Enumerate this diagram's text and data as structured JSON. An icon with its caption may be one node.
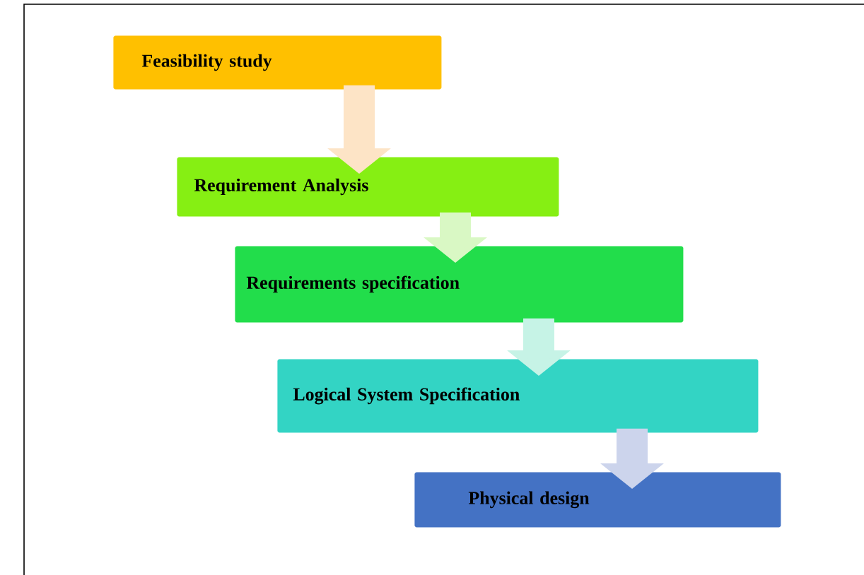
{
  "diagram": {
    "nodes": [
      {
        "text": [
          "Feasibility study"
        ]
      },
      {
        "text": [
          "Requirement Analysis"
        ]
      },
      {
        "text": [
          "Requirements specification"
        ]
      },
      {
        "text": [
          "Logical System Specification"
        ]
      },
      {
        "text": [
          "Physical design"
        ]
      }
    ],
    "edges": [
      {
        "from": 0,
        "to": 1,
        "arrow": "to",
        "color": "#fde4c6"
      },
      {
        "from": 1,
        "to": 2,
        "arrow": "to",
        "color": "#d9f8c4"
      },
      {
        "from": 2,
        "to": 3,
        "arrow": "to",
        "color": "#c6f3e6"
      },
      {
        "from": 3,
        "to": 4,
        "arrow": "to",
        "color": "#ccd4ec"
      }
    ]
  }
}
